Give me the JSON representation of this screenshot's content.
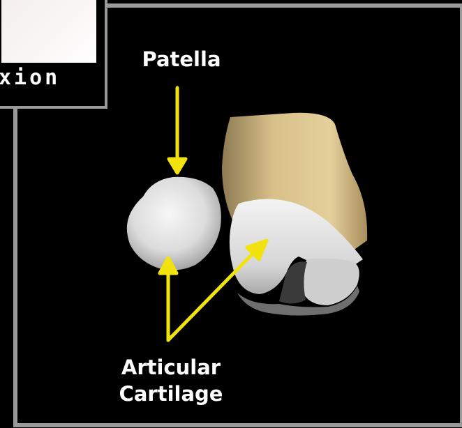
{
  "inset": {
    "caption": "xion"
  },
  "labels": {
    "patella": "Patella",
    "articular_cartilage_line1": "Articular",
    "articular_cartilage_line2": "Cartilage"
  },
  "colors": {
    "background": "#000000",
    "frame": "#9a9a9a",
    "arrow": "#f2e30f",
    "label_text": "#ffffff",
    "bone": "#d8c28f",
    "cartilage": "#e6e6e6"
  }
}
